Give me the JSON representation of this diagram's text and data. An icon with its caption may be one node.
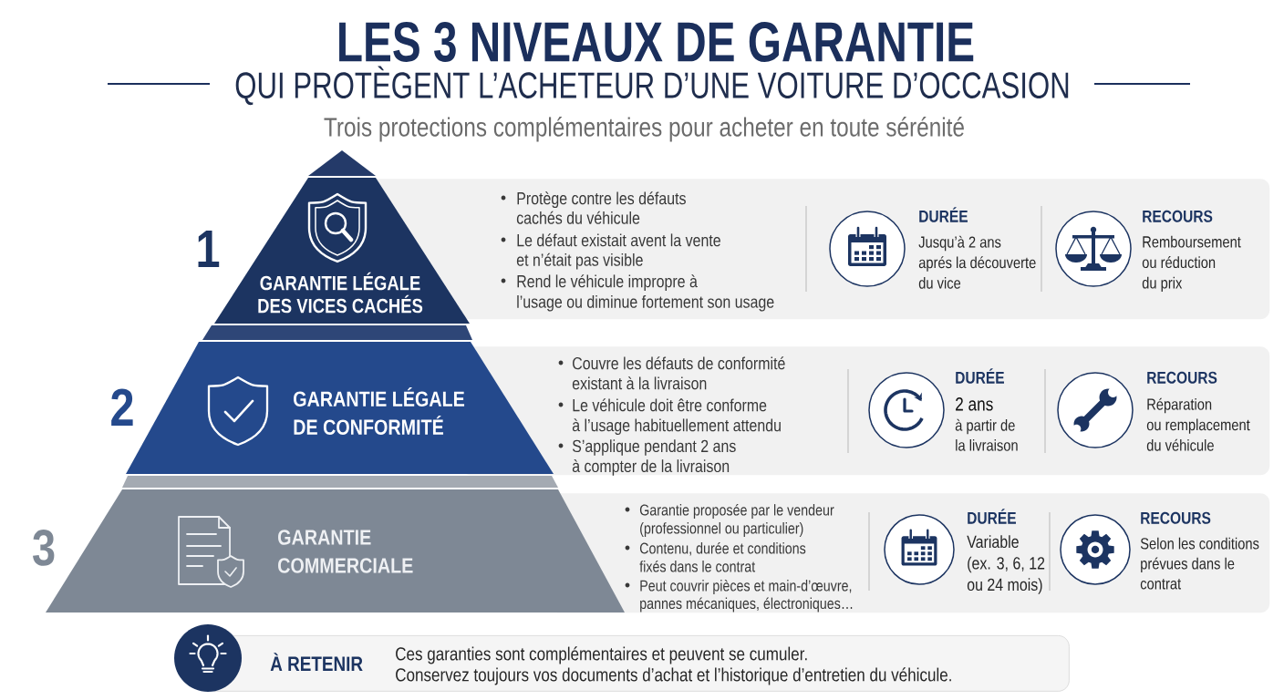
{
  "diagram": {
    "title": "LES 3 NIVEAUX DE GARANTIE",
    "nodes": [
      {
        "text": [
          "GARANTIE LÉGALE DES VICES CACHÉS"
        ],
        "beside": [
          "1"
        ]
      },
      {
        "text": [
          "Protège contre les défauts cachés du véhicule",
          "Le défaut existait avent la vente et n’était pas visible",
          "Rend le véhicule impropre à l’usage ou diminue fortement son usage",
          "DURÉE",
          "Jusqu’à 2 ans aprés la découverte du vice",
          "RECOURS",
          "Remboursement ou réduction du prix"
        ]
      },
      {
        "text": [
          "GARANTIE LÉGALE DE CONFORMITÉ"
        ],
        "beside": [
          "2"
        ]
      },
      {
        "text": [
          "Couvre les défauts de conformité existant à la livraison",
          "Le véhicule doit être conforme à l’usage habituellement attendu",
          "S’applique pendant 2 ans à compter de la livraison",
          "DURÉE",
          "2 ans",
          "à partir de la livraison",
          "RECOURS",
          "Réparation ou remplacement du véhicule"
        ]
      },
      {
        "text": [
          "GARANTIE COMMERCIALE"
        ],
        "beside": [
          "3"
        ]
      },
      {
        "text": [
          "Garantie proposée par le vendeur (professionnel ou particulier)",
          "Contenu, durée et conditions fixés dans le contrat",
          "Peut couvrir pièces et main-d’œuvre, pannes mécaniques, électroniques…",
          "DURÉE",
          "Variable (ex. 3, 6, 12 ou 24 mois)",
          "RECOURS",
          "Selon les conditions prévues dans le contrat"
        ]
      },
      {
        "text": [
          "À RETENIR",
          "Ces garanties sont complémentaires et peuvent se cumuler.",
          "Conservez toujours vos documents d’achat et l’historique d’entretien du véhicule."
        ]
      }
    ],
    "labels": [
      "QUI PROTÈGENT L’ACHETEUR D’UNE VOITURE D’OCCASION",
      "Trois protections complémentaires pour acheter en toute sérénité"
    ]
  }
}
